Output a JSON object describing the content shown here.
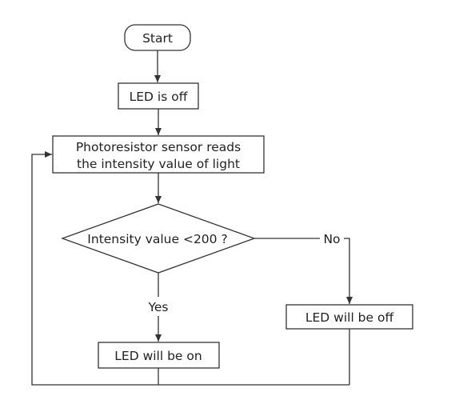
{
  "nodes": {
    "start": "Start",
    "led_off": "LED is off",
    "sensor_line1": "Photoresistor sensor reads",
    "sensor_line2": "the intensity value of light",
    "decision": "Intensity value  <200 ?",
    "led_will_be_off": "LED will be off",
    "led_will_be_on": "LED will be on"
  },
  "edge_labels": {
    "yes": "Yes",
    "no": "No"
  },
  "colors": {
    "line": "#333333",
    "text": "#222222",
    "background": "#ffffff"
  }
}
